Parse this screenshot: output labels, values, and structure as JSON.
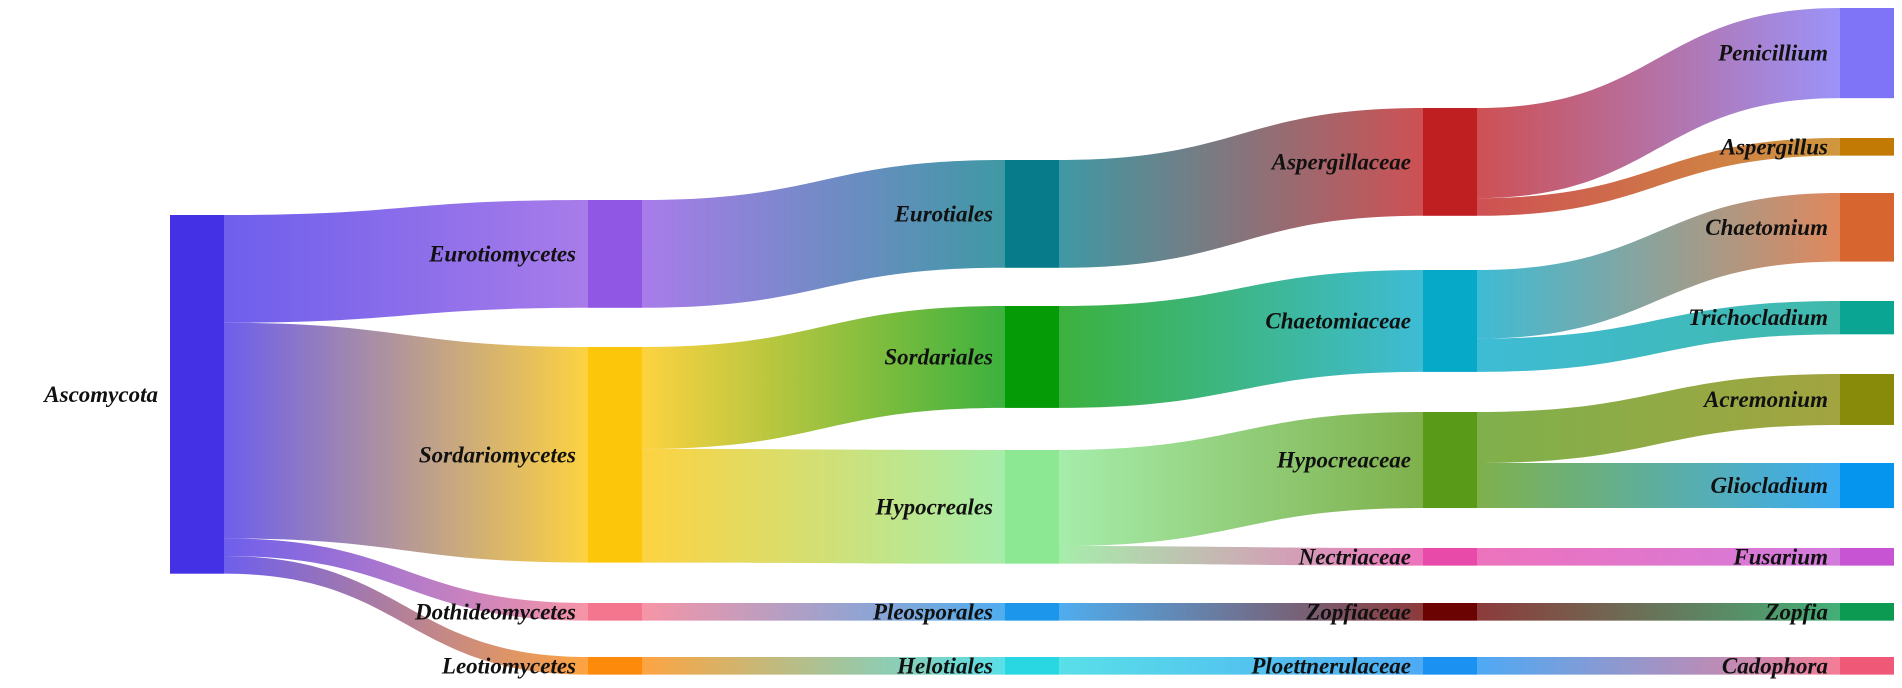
{
  "diagram": {
    "type": "sankey",
    "levels": [
      [
        {
          "id": "ascomycota",
          "label": "Ascomycota",
          "color": "#4431e6"
        }
      ],
      [
        {
          "id": "eurotiomycetes",
          "label": "Eurotiomycetes",
          "color": "#8f57e3"
        },
        {
          "id": "sordariomycetes",
          "label": "Sordariomycetes",
          "color": "#fcc60a"
        },
        {
          "id": "dothideomycetes",
          "label": "Dothideomycetes",
          "color": "#f4768e"
        },
        {
          "id": "leotiomycetes",
          "label": "Leotiomycetes",
          "color": "#fd8a0b"
        }
      ],
      [
        {
          "id": "eurotiales",
          "label": "Eurotiales",
          "color": "#077b8a"
        },
        {
          "id": "sordariales",
          "label": "Sordariales",
          "color": "#049b06"
        },
        {
          "id": "hypocreales",
          "label": "Hypocreales",
          "color": "#8ce893"
        },
        {
          "id": "pleosporales",
          "label": "Pleosporales",
          "color": "#1c96ea"
        },
        {
          "id": "helotiales",
          "label": "Helotiales",
          "color": "#29d7e2"
        }
      ],
      [
        {
          "id": "aspergillaceae",
          "label": "Aspergillaceae",
          "color": "#c01f22"
        },
        {
          "id": "chaetomiaceae",
          "label": "Chaetomiaceae",
          "color": "#07a9c9"
        },
        {
          "id": "hypocreaceae",
          "label": "Hypocreaceae",
          "color": "#5a9a19"
        },
        {
          "id": "nectriaceae",
          "label": "Nectriaceae",
          "color": "#e84aaa"
        },
        {
          "id": "zopfiaceae",
          "label": "Zopfiaceae",
          "color": "#6c0303"
        },
        {
          "id": "ploettnerulaceae",
          "label": "Ploettnerulaceae",
          "color": "#1b91f1"
        }
      ],
      [
        {
          "id": "penicillium",
          "label": "Penicillium",
          "color": "#7f74f7"
        },
        {
          "id": "aspergillus",
          "label": "Aspergillus",
          "color": "#c27a05"
        },
        {
          "id": "chaetomium",
          "label": "Chaetomium",
          "color": "#d7652f"
        },
        {
          "id": "trichocladium",
          "label": "Trichocladium",
          "color": "#0aa593"
        },
        {
          "id": "acremonium",
          "label": "Acremonium",
          "color": "#888a09"
        },
        {
          "id": "gliocladium",
          "label": "Gliocladium",
          "color": "#0595ef"
        },
        {
          "id": "fusarium",
          "label": "Fusarium",
          "color": "#c654d3"
        },
        {
          "id": "zopfia",
          "label": "Zopfia",
          "color": "#0c9a52"
        },
        {
          "id": "cadophora",
          "label": "Cadophora",
          "color": "#f05878"
        }
      ]
    ],
    "links": [
      {
        "source": "ascomycota",
        "target": "eurotiomycetes",
        "value": 55
      },
      {
        "source": "ascomycota",
        "target": "sordariomycetes",
        "value": 110
      },
      {
        "source": "ascomycota",
        "target": "dothideomycetes",
        "value": 9
      },
      {
        "source": "ascomycota",
        "target": "leotiomycetes",
        "value": 9
      },
      {
        "source": "eurotiomycetes",
        "target": "eurotiales",
        "value": 55
      },
      {
        "source": "sordariomycetes",
        "target": "sordariales",
        "value": 52
      },
      {
        "source": "sordariomycetes",
        "target": "hypocreales",
        "value": 58
      },
      {
        "source": "dothideomycetes",
        "target": "pleosporales",
        "value": 9
      },
      {
        "source": "leotiomycetes",
        "target": "helotiales",
        "value": 9
      },
      {
        "source": "eurotiales",
        "target": "aspergillaceae",
        "value": 55
      },
      {
        "source": "sordariales",
        "target": "chaetomiaceae",
        "value": 52
      },
      {
        "source": "hypocreales",
        "target": "hypocreaceae",
        "value": 49
      },
      {
        "source": "hypocreales",
        "target": "nectriaceae",
        "value": 9
      },
      {
        "source": "pleosporales",
        "target": "zopfiaceae",
        "value": 9
      },
      {
        "source": "helotiales",
        "target": "ploettnerulaceae",
        "value": 9
      },
      {
        "source": "aspergillaceae",
        "target": "penicillium",
        "value": 46
      },
      {
        "source": "aspergillaceae",
        "target": "aspergillus",
        "value": 9
      },
      {
        "source": "chaetomiaceae",
        "target": "chaetomium",
        "value": 35
      },
      {
        "source": "chaetomiaceae",
        "target": "trichocladium",
        "value": 17
      },
      {
        "source": "hypocreaceae",
        "target": "acremonium",
        "value": 26
      },
      {
        "source": "hypocreaceae",
        "target": "gliocladium",
        "value": 23
      },
      {
        "source": "nectriaceae",
        "target": "fusarium",
        "value": 9
      },
      {
        "source": "zopfiaceae",
        "target": "zopfia",
        "value": 9
      },
      {
        "source": "ploettnerulaceae",
        "target": "cadophora",
        "value": 9
      }
    ]
  }
}
